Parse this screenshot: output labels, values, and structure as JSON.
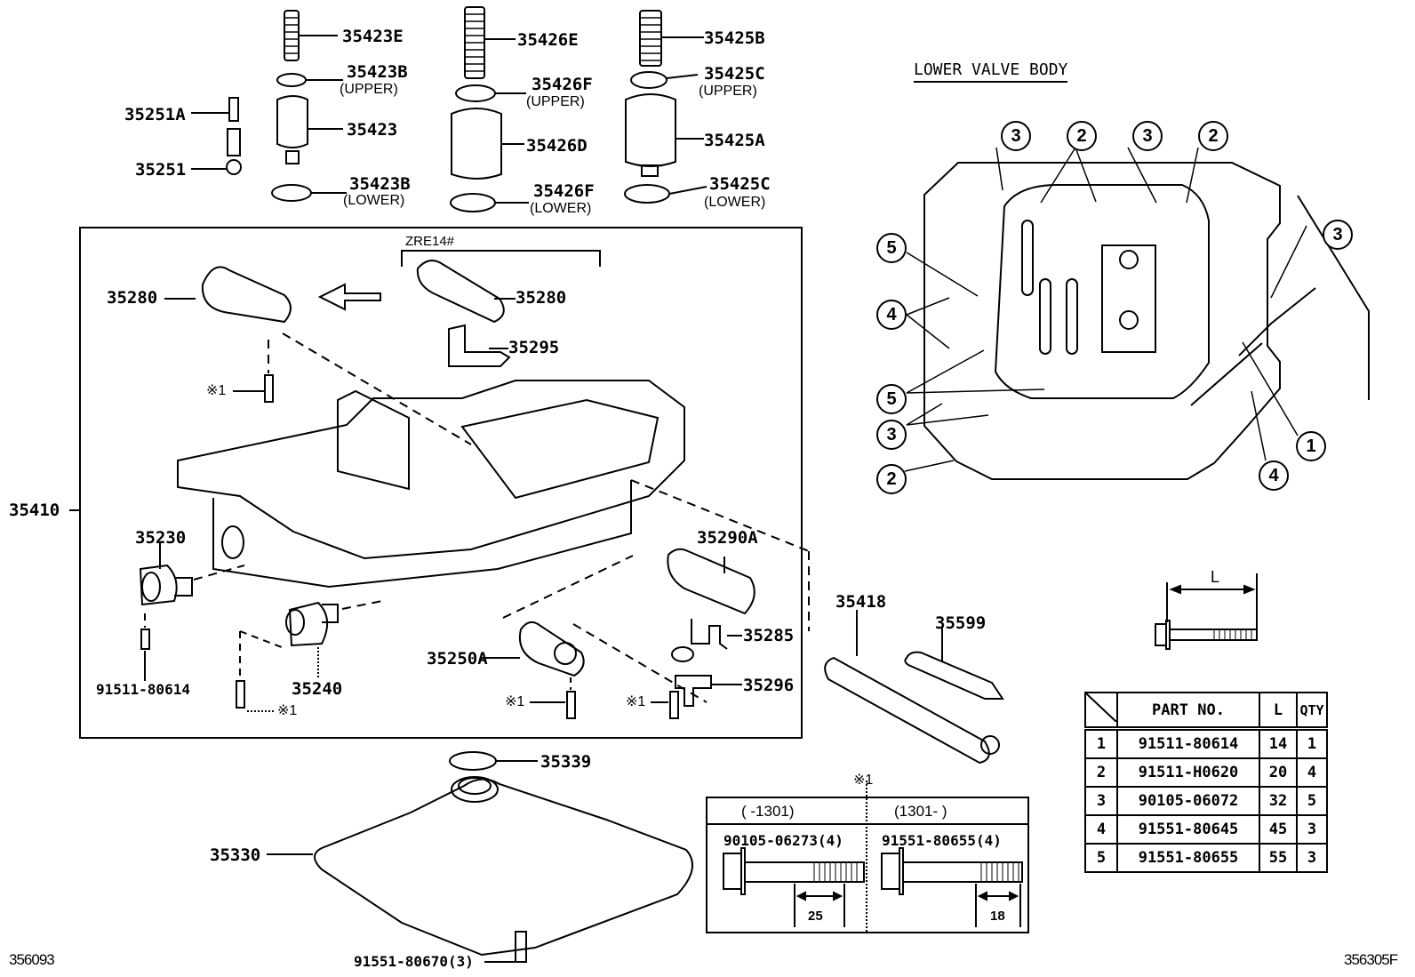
{
  "diagram": {
    "title": "LOWER VALVE BODY",
    "variant_label": "ZRE14#",
    "footer_left_code": "356093",
    "footer_right_code": "356305F",
    "note_marker": "※1"
  },
  "top_parts": [
    {
      "id": "35423E"
    },
    {
      "id": "35423B",
      "note": "(UPPER)"
    },
    {
      "id": "35423"
    },
    {
      "id": "35423B",
      "note": "(LOWER)"
    },
    {
      "id": "35251A"
    },
    {
      "id": "35251"
    },
    {
      "id": "35426E"
    },
    {
      "id": "35426F",
      "note": "(UPPER)"
    },
    {
      "id": "35426D"
    },
    {
      "id": "35426F",
      "note": "(LOWER)"
    },
    {
      "id": "35425B"
    },
    {
      "id": "35425C",
      "note": "(UPPER)"
    },
    {
      "id": "35425A"
    },
    {
      "id": "35425C",
      "note": "(LOWER)"
    }
  ],
  "box_parts": {
    "solenoid_left": "35280",
    "solenoid_right": "35280",
    "bracket": "35295",
    "valve_body": "35410",
    "solenoid_35230": "35230",
    "solenoid_35240": "35240",
    "bolt_91511": "91511-80614",
    "solenoid_35290a": "35290A",
    "bracket_35285": "35285",
    "solenoid_35250a": "35250A",
    "bracket_35296": "35296"
  },
  "outside_parts": {
    "tube": "35418",
    "plate": "35599",
    "oring": "35339",
    "strainer": "35330",
    "strainer_bolt": "91551-80670(3)"
  },
  "bolt_variants": {
    "left_header": "(     -1301)",
    "right_header": "(1301-      )",
    "left_part": "90105-06273(4)",
    "right_part": "91551-80655(4)",
    "left_dim": "25",
    "right_dim": "18"
  },
  "length_label": "L",
  "parts_table": {
    "headers": [
      "",
      "PART NO.",
      "L",
      "QTY"
    ],
    "rows": [
      {
        "no": "1",
        "part": "91511-80614",
        "l": "14",
        "qty": "1"
      },
      {
        "no": "2",
        "part": "91511-H0620",
        "l": "20",
        "qty": "4"
      },
      {
        "no": "3",
        "part": "90105-06072",
        "l": "32",
        "qty": "5"
      },
      {
        "no": "4",
        "part": "91551-80645",
        "l": "45",
        "qty": "3"
      },
      {
        "no": "5",
        "part": "91551-80655",
        "l": "55",
        "qty": "3"
      }
    ]
  },
  "valve_body_callouts": [
    "3",
    "2",
    "3",
    "2",
    "3",
    "5",
    "4",
    "5",
    "3",
    "2",
    "1",
    "4"
  ]
}
